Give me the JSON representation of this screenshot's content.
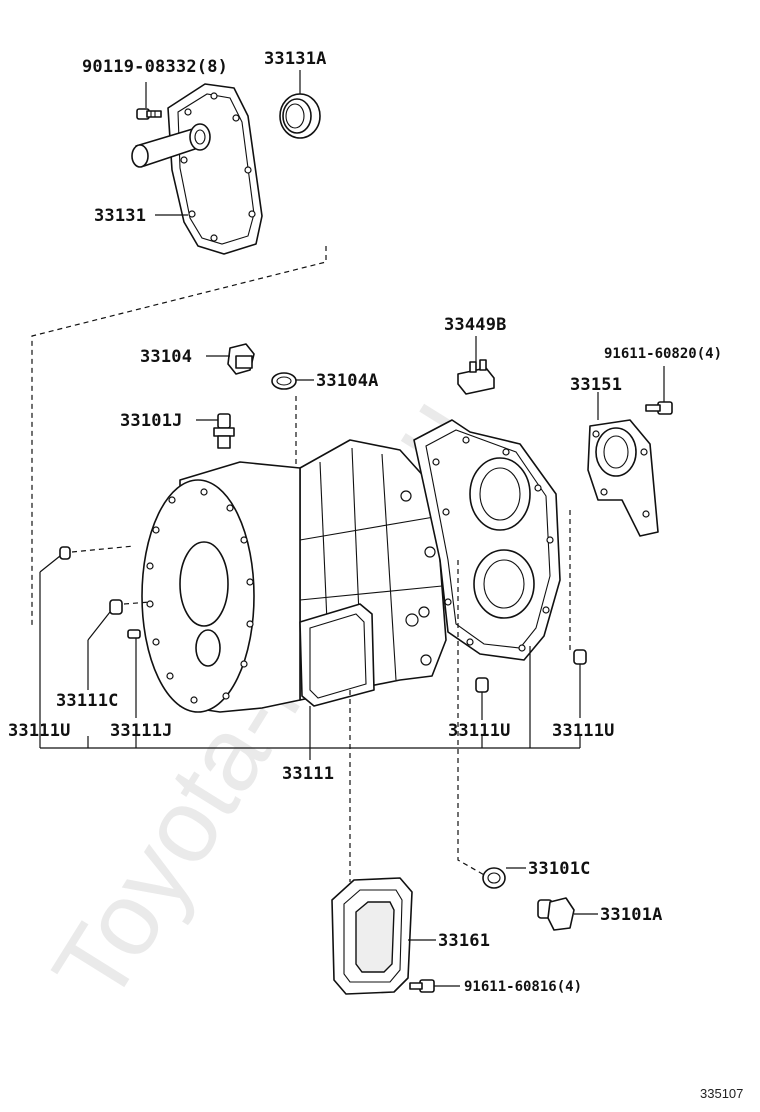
{
  "watermark": "Toyota-Mine.ru",
  "figure_number": "335107",
  "labels": {
    "l_90119": "90119-08332(8)",
    "l_33131A": "33131A",
    "l_33131": "33131",
    "l_33104": "33104",
    "l_33104A": "33104A",
    "l_33101J": "33101J",
    "l_33449B": "33449B",
    "l_91611_60820": "91611-60820(4)",
    "l_33151": "33151",
    "l_33111C": "33111C",
    "l_33111U_left": "33111U",
    "l_33111J": "33111J",
    "l_33111U_mid": "33111U",
    "l_33111U_right": "33111U",
    "l_33111": "33111",
    "l_33101C": "33101C",
    "l_33101A": "33101A",
    "l_33161": "33161",
    "l_91611_60816": "91611-60816(4)"
  },
  "icons": {
    "bolt": "bolt-icon",
    "oil_seal": "oil-seal-icon",
    "gasket": "gasket-icon",
    "dowel_pin": "dowel-pin-icon"
  }
}
